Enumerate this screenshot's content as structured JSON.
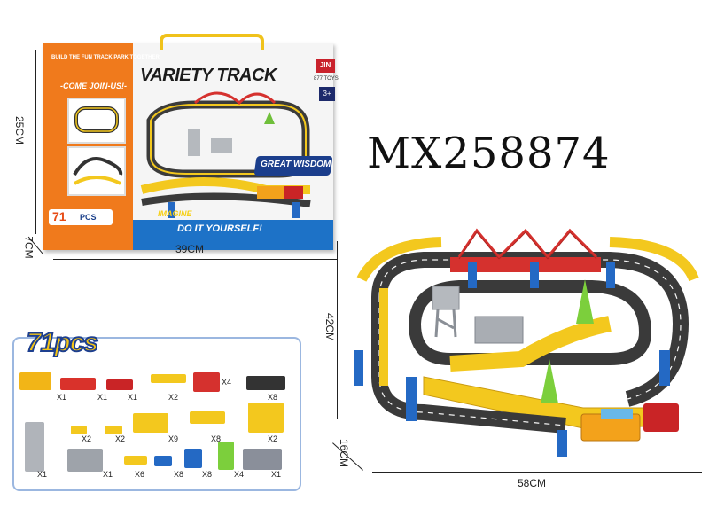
{
  "box": {
    "tagline": "BUILD THE FUN TRACK PARK TOGETHER",
    "join": "-COME JOIN-US!-",
    "title": "VARIETY TRACK",
    "brand": "JIN",
    "brand_sub": "877 TOYS",
    "age": "3+",
    "pcs_number": "71",
    "pcs_unit": "PCS",
    "imagine": "IMAGINE",
    "wisdom": "GREAT WISDOM",
    "diy": "DO IT YOURSELF!"
  },
  "dimensions": {
    "box_height": "25CM",
    "box_depth": "7CM",
    "box_width": "39CM",
    "set_depth": "42CM",
    "set_height": "16CM",
    "set_width": "58CM"
  },
  "model_number": "MX258874",
  "parts": {
    "title": "71pcs",
    "items": [
      {
        "name": "truck-engine",
        "count": "X1",
        "color": "#f2b517"
      },
      {
        "name": "flat-wagon",
        "count": "X1",
        "color": "#d9322b"
      },
      {
        "name": "cargo-wagon",
        "count": "X1",
        "color": "#c92426"
      },
      {
        "name": "ramp-piece",
        "count": "X2",
        "color": "#f3c81e"
      },
      {
        "name": "bridge",
        "count": "X4",
        "color": "#d5312e"
      },
      {
        "name": "curve-track",
        "count": "X8",
        "color": "#333333"
      },
      {
        "name": "connector-a",
        "count": "X2",
        "color": "#f3c81e"
      },
      {
        "name": "connector-b",
        "count": "X2",
        "color": "#f3c81e"
      },
      {
        "name": "support-post",
        "count": "X9",
        "color": "#f3c81e"
      },
      {
        "name": "straight-track",
        "count": "X8",
        "color": "#f3c81e"
      },
      {
        "name": "slope-track",
        "count": "X2",
        "color": "#f3c81e"
      },
      {
        "name": "water-tower",
        "count": "X1",
        "color": "#b0b4ba"
      },
      {
        "name": "station",
        "count": "X1",
        "color": "#9ea3aa"
      },
      {
        "name": "clip",
        "count": "X6",
        "color": "#f3c81e"
      },
      {
        "name": "blue-pillar",
        "count": "X8",
        "color": "#2469c4"
      },
      {
        "name": "blue-gate",
        "count": "X8",
        "color": "#2469c4"
      },
      {
        "name": "tree",
        "count": "X4",
        "color": "#7ccf3c"
      },
      {
        "name": "sticker-sheet",
        "count": "X1",
        "color": "#8a8f9a"
      }
    ]
  },
  "colors": {
    "track_yellow": "#f3c81e",
    "track_black": "#3a3a3a",
    "bridge_red": "#d5312e",
    "pillar_blue": "#2469c4",
    "box_orange": "#f07a1c"
  }
}
